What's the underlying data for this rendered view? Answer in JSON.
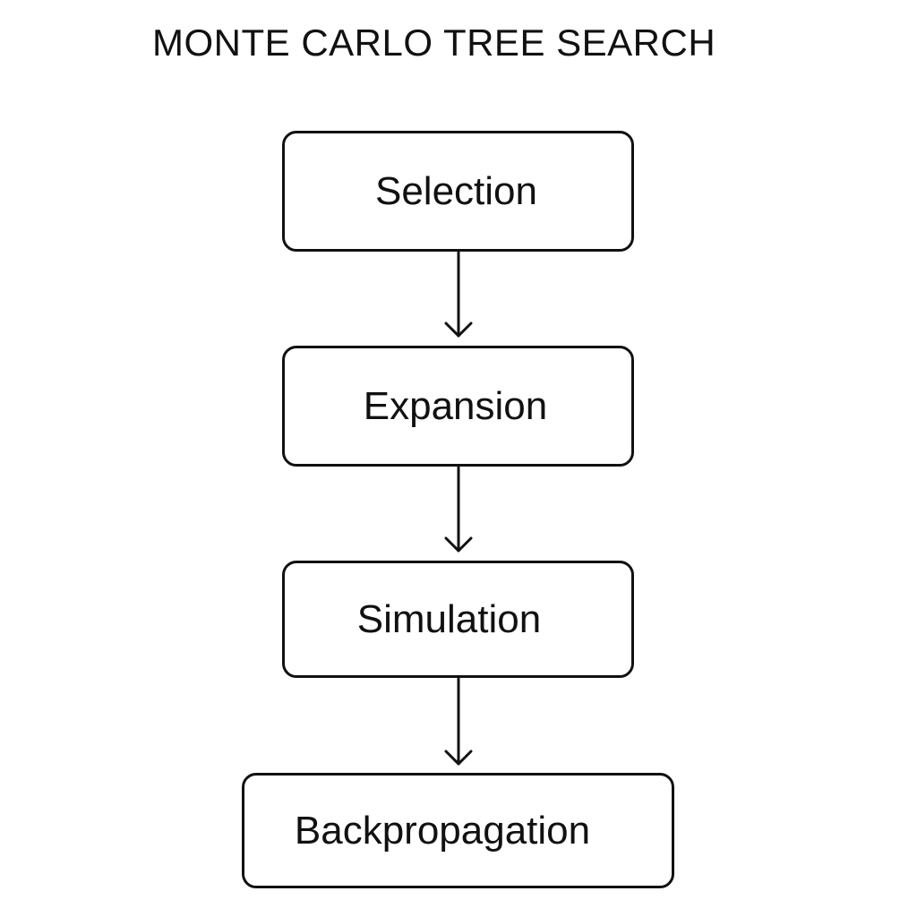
{
  "diagram": {
    "title": "MONTE CARLO TREE SEARCH",
    "steps": [
      {
        "label": "Selection"
      },
      {
        "label": "Expansion"
      },
      {
        "label": "Simulation"
      },
      {
        "label": "Backpropagation"
      }
    ],
    "colors": {
      "stroke": "#111111",
      "background": "#ffffff"
    }
  }
}
